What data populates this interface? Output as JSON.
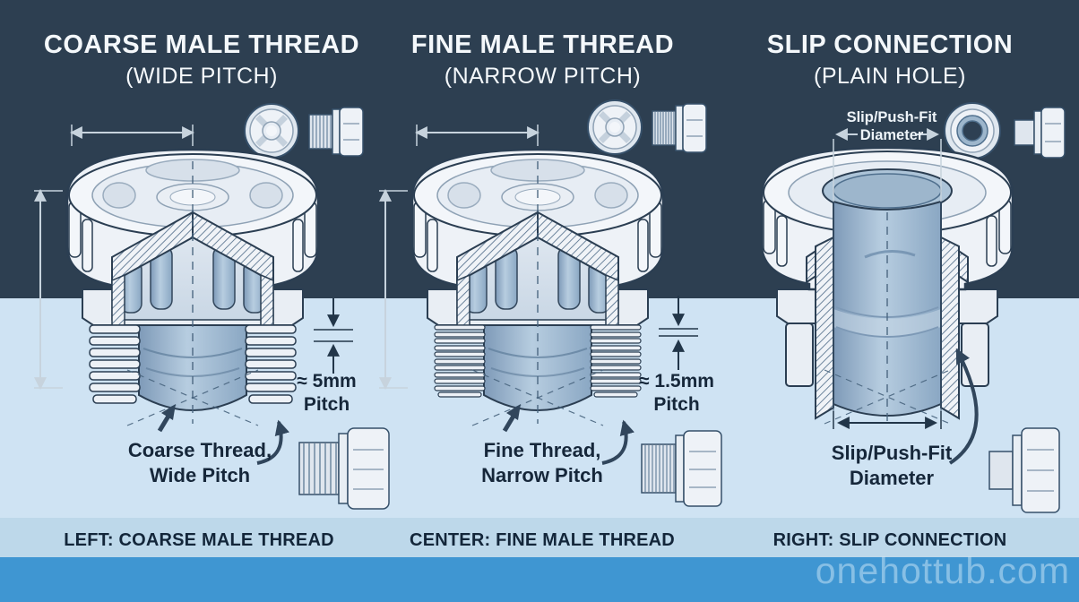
{
  "columns": [
    {
      "title": "COARSE MALE THREAD",
      "subtitle": "(WIDE PITCH)",
      "pitch_value": "≈ 5mm",
      "pitch_word": "Pitch",
      "callout_line1": "Coarse Thread,",
      "callout_line2": "Wide Pitch"
    },
    {
      "title": "FINE MALE THREAD",
      "subtitle": "(NARROW PITCH)",
      "pitch_value": "≈ 1.5mm",
      "pitch_word": "Pitch",
      "callout_line1": "Fine Thread,",
      "callout_line2": "Narrow Pitch"
    },
    {
      "title": "SLIP CONNECTION",
      "subtitle": "(PLAIN HOLE)",
      "top_label_line1": "Slip/Push-Fit",
      "top_label_line2": "Diameter",
      "callout_line1": "Slip/Push-Fit",
      "callout_line2": "Diameter"
    }
  ],
  "footer": {
    "left_caption": "LEFT: COARSE MALE THREAD",
    "center_caption": "CENTER: FINE MALE THREAD",
    "right_caption": "RIGHT: SLIP CONNECTION"
  },
  "watermark": "onehottub.com",
  "colors": {
    "dark_background": "#2d3f51",
    "light_background": "#cfe3f3",
    "caption_band": "#bdd8ea",
    "footer_strip": "#3f96d2",
    "title_text": "#f4f8fb",
    "annotation_text": "#16273a",
    "body_fill": "#eef2f7",
    "bore_blue": "#8aa7c3",
    "line_dark": "#223649",
    "line_light": "#c7d3dd"
  }
}
